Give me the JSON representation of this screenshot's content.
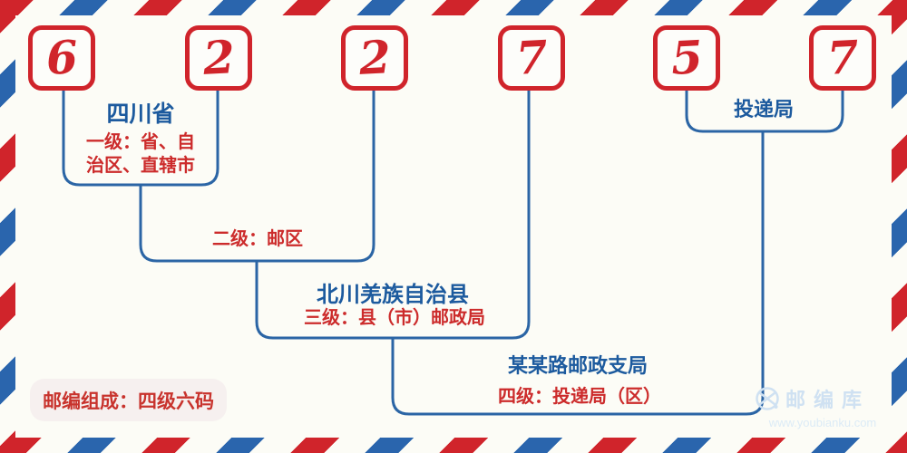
{
  "code": {
    "digits": [
      "6",
      "2",
      "2",
      "7",
      "5",
      "7"
    ]
  },
  "level1": {
    "title": "四川省",
    "desc_line1": "一级：省、自",
    "desc_line2": "治区、直辖市"
  },
  "level2": {
    "desc": "二级：邮区"
  },
  "level3": {
    "title": "北川羌族自治县",
    "desc": "三级：县（市）邮政局"
  },
  "level4": {
    "title": "某某路邮政支局",
    "desc": "四级：投递局（区）"
  },
  "delivery_office": {
    "title": "投递局"
  },
  "footer": {
    "note": "邮编组成：四级六码"
  },
  "watermark": {
    "brand": "邮编库",
    "url": "www.youbianku.com"
  },
  "colors": {
    "red": "#d0242b",
    "text_red": "#cc2b2b",
    "blue_line": "#2b65a5",
    "text_blue": "#1c5a9e",
    "stripe_blue": "#2a65ad",
    "background": "#fcfcf6"
  }
}
